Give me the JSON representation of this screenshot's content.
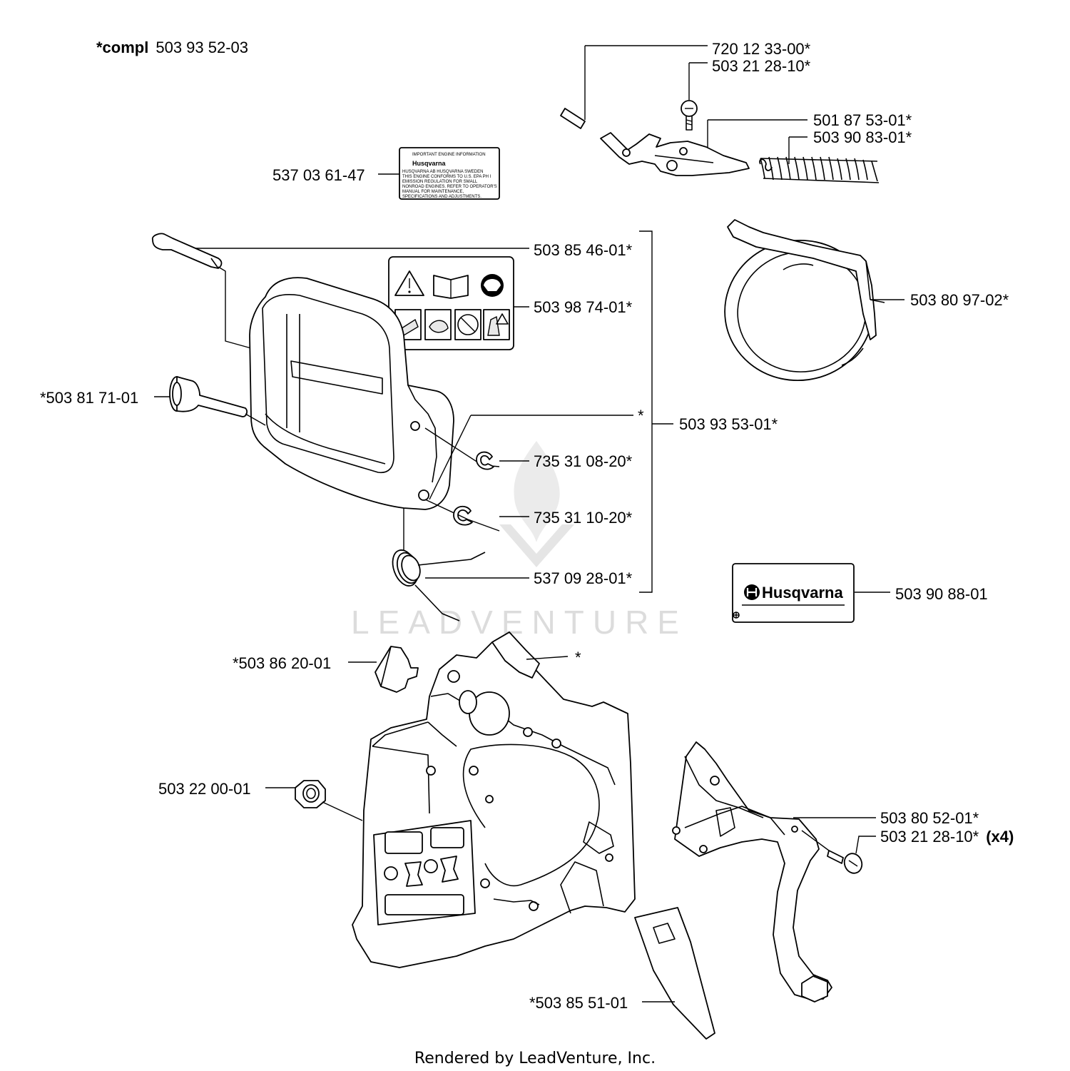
{
  "header": {
    "compl_prefix": "*compl",
    "compl_number": "503 93 52-03"
  },
  "callouts": {
    "c_720_12_33_00": "720 12 33-00*",
    "c_503_21_28_10_top": "503 21 28-10*",
    "c_501_87_53_01": "501 87 53-01*",
    "c_503_90_83_01": "503 90 83-01*",
    "c_537_03_61_47": "537 03 61-47",
    "c_503_85_46_01": "503 85 46-01*",
    "c_503_98_74_01": "503 98 74-01*",
    "c_503_80_97_02": "503 80 97-02*",
    "c_503_81_71_01": "*503 81 71-01",
    "c_star_1": "*",
    "c_503_93_53_01": "503 93 53-01*",
    "c_735_31_08_20": "735 31 08-20*",
    "c_735_31_10_20": "735 31 10-20*",
    "c_537_09_28_01": "537 09 28-01*",
    "c_503_90_88_01": "503 90 88-01",
    "c_503_86_20_01": "*503 86 20-01",
    "c_star_2": "*",
    "c_503_22_00_01": "503 22 00-01",
    "c_503_80_52_01": "503 80 52-01*",
    "c_503_21_28_10_x4": "503 21 28-10*",
    "c_x4": "(x4)",
    "c_503_85_51_01": "*503 85 51-01"
  },
  "decal_engine_info": {
    "lines": [
      "IMPORTANT ENGINE INFORMATION",
      "HUSQVARNA AB HUSQVARNA SWEDEN",
      "THIS ENGINE CONFORMS TO U.S. EPA PH I",
      "EMISSION REGULATION FOR SMALL",
      "NONROAD ENGINES. REFER TO OPERATOR'S",
      "MANUAL FOR MAINTENANCE,",
      "SPECIFICATIONS AND ADJUSTMENTS."
    ],
    "brand": "Husqvarna"
  },
  "decal_logo": {
    "brand": "Husqvarna"
  },
  "watermark": "LEADVENTURE",
  "footer": "Rendered by LeadVenture, Inc."
}
